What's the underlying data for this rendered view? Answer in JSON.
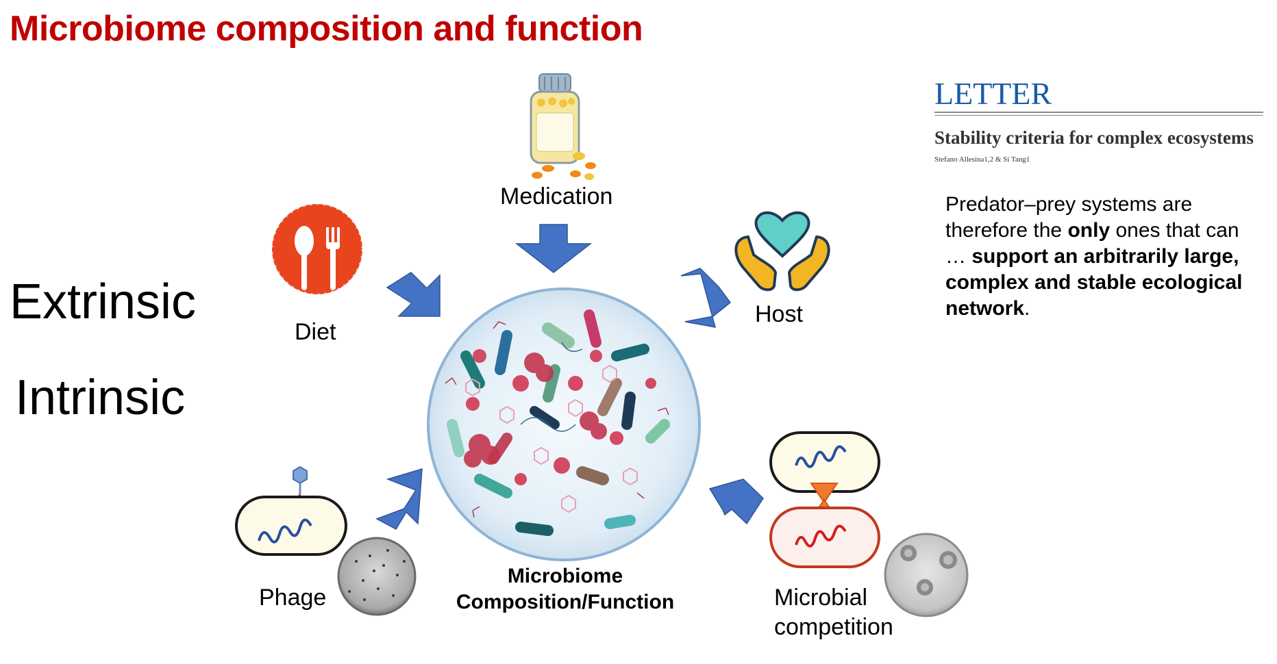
{
  "title": "Microbiome composition and function",
  "left_labels": {
    "extrinsic": "Extrinsic",
    "intrinsic": "Intrinsic"
  },
  "factors": {
    "medication": "Medication",
    "diet": "Diet",
    "host": "Host",
    "phage": "Phage",
    "competition_line1": "Microbial",
    "competition_line2": "competition"
  },
  "center": {
    "line1": "Microbiome",
    "line2": "Composition/Function"
  },
  "paper": {
    "section": "LETTER",
    "title": "Stability criteria for complex ecosystems",
    "authors": "Stefano Allesina1,2 & Si Tang1"
  },
  "quote": {
    "part1": "Predator–prey systems are therefore the ",
    "bold1": "only",
    "part2": " ones that can … ",
    "bold2": "support an arbitrarily large, complex and stable ecological network",
    "part3": "."
  },
  "colors": {
    "title": "#c00000",
    "arrow": "#4472c4",
    "letter": "#1a5aa8",
    "diet": "#e8451e"
  }
}
